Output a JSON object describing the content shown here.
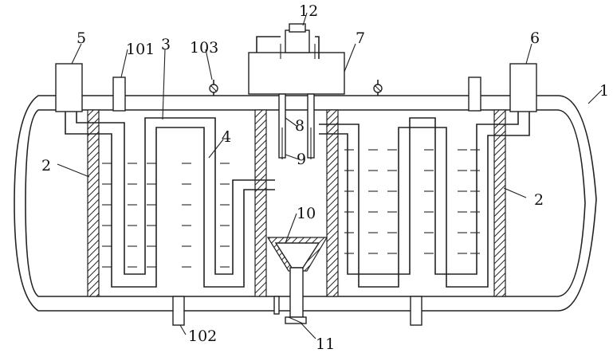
{
  "labels": {
    "n1": "1",
    "n2_left": "2",
    "n2_right": "2",
    "n3": "3",
    "n4": "4",
    "n5": "5",
    "n6": "6",
    "n7": "7",
    "n8": "8",
    "n9": "9",
    "n10": "10",
    "n11": "11",
    "n12": "12",
    "n101": "101",
    "n102": "102",
    "n103": "103"
  }
}
